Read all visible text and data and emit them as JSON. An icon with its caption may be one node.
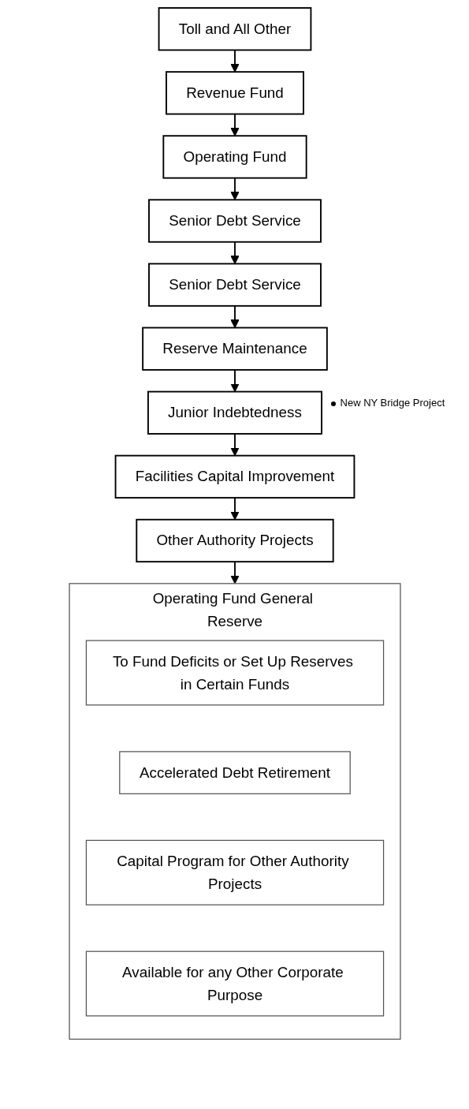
{
  "diagram": {
    "nodes": [
      {
        "text": [
          "Toll and All Other"
        ]
      },
      {
        "text": [
          "Revenue Fund"
        ]
      },
      {
        "text": [
          "Operating Fund"
        ]
      },
      {
        "text": [
          "Senior Debt Service"
        ]
      },
      {
        "text": [
          "Senior Debt Service"
        ]
      },
      {
        "text": [
          "Reserve Maintenance"
        ]
      },
      {
        "text": [
          "Junior Indebtedness"
        ],
        "beside": [
          "New NY Bridge Project"
        ]
      },
      {
        "text": [
          "Facilities Capital Improvement"
        ]
      },
      {
        "text": [
          "Other Authority Projects"
        ]
      },
      {
        "text": [
          "Operating Fund General Reserve"
        ]
      },
      {
        "text": [
          "To Fund Deficits or Set Up Reserves in Certain Funds"
        ],
        "in": 9
      },
      {
        "text": [
          "Accelerated Debt Retirement"
        ],
        "in": 9
      },
      {
        "text": [
          "Capital Program for Other Authority Projects"
        ],
        "in": 9
      },
      {
        "text": [
          "Available for any Other Corporate Purpose"
        ],
        "in": 9
      }
    ],
    "edges": [
      {
        "from": 0,
        "to": 1,
        "arrow": "to"
      },
      {
        "from": 1,
        "to": 2,
        "arrow": "to"
      },
      {
        "from": 2,
        "to": 3,
        "arrow": "to"
      },
      {
        "from": 3,
        "to": 4,
        "arrow": "to"
      },
      {
        "from": 4,
        "to": 5,
        "arrow": "to"
      },
      {
        "from": 5,
        "to": 6,
        "arrow": "to"
      },
      {
        "from": 6,
        "to": 7,
        "arrow": "to"
      },
      {
        "from": 7,
        "to": 8,
        "arrow": "to"
      },
      {
        "from": 8,
        "to": 9,
        "arrow": "to"
      }
    ]
  }
}
